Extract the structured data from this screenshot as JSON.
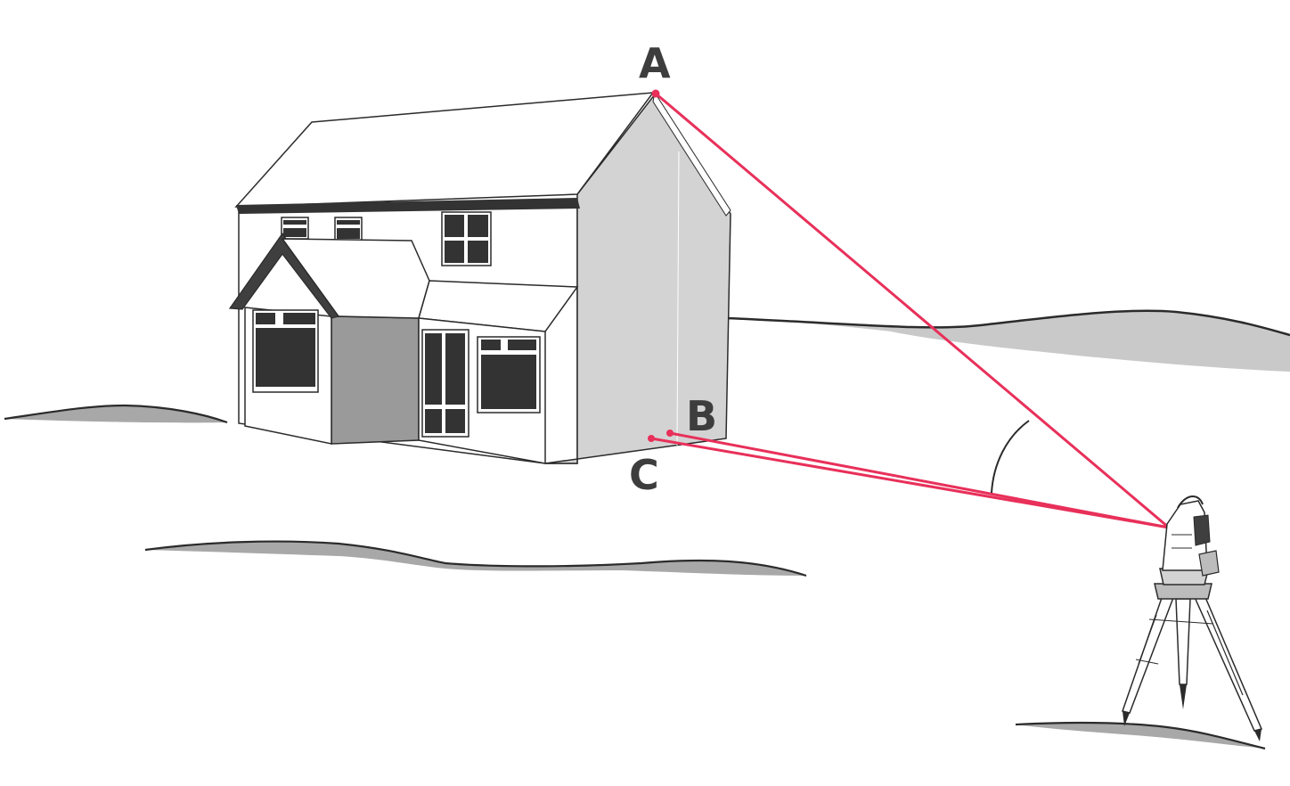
{
  "diagram": {
    "points": [
      {
        "id": "A",
        "label": "A"
      },
      {
        "id": "B",
        "label": "B"
      },
      {
        "id": "C",
        "label": "C"
      }
    ],
    "colors": {
      "sight_line": "#e8305a",
      "outline": "#2b2b2b",
      "dark_fill": "#3f3f3f",
      "mid_fill": "#9a9a9a",
      "light_fill": "#cfcfcf",
      "wall_fill": "#ffffff",
      "label": "#3d3d3d"
    },
    "icons": {
      "instrument": "total-station-icon",
      "house": "house-icon"
    }
  }
}
